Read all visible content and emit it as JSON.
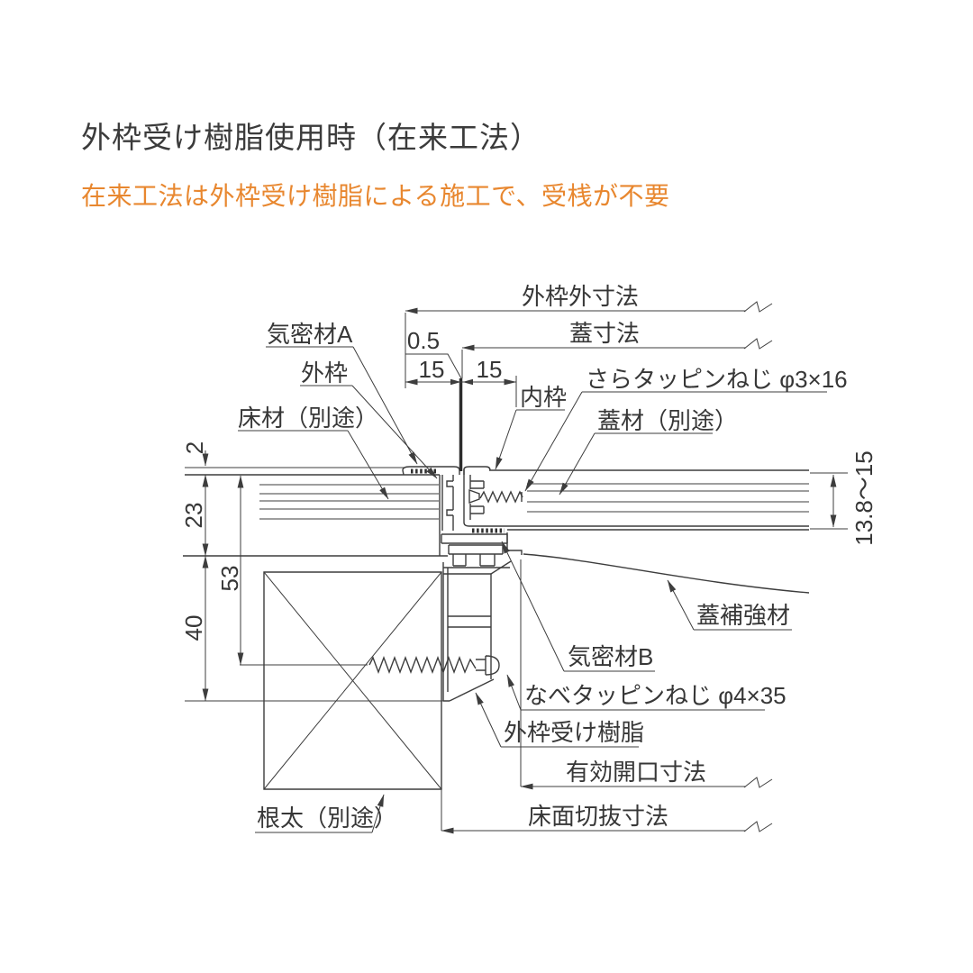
{
  "colors": {
    "line": "#3d3d3d",
    "accent": "#e8872f",
    "title": "#3b3b3b"
  },
  "header": {
    "title": "外枠受け樹脂使用時（在来工法）",
    "subtitle": "在来工法は外枠受け樹脂による施工で、受桟が不要"
  },
  "diagram": {
    "dim_labels": {
      "outer_frame_outer": "外枠外寸法",
      "lid": "蓋寸法",
      "gap": "0.5",
      "left15": "15",
      "right15": "15",
      "floor_top_gap": "2",
      "floor_thickness": "23",
      "frame_depth": "53",
      "under_floor": "40",
      "lid_thickness": "13.8〜15",
      "effective_opening": "有効開口寸法",
      "floor_cutout": "床面切抜寸法"
    },
    "part_labels": {
      "gasket_a": "気密材A",
      "outer_frame": "外枠",
      "floor_material": "床材（別途）",
      "inner_frame": "内枠",
      "flat_screw": "さらタッピンねじ φ3×16",
      "lid_material": "蓋材（別途）",
      "lid_reinforcement": "蓋補強材",
      "gasket_b": "気密材B",
      "pan_screw": "なべタッピンねじ φ4×35",
      "frame_support_resin": "外枠受け樹脂",
      "joist": "根太（別途）"
    }
  }
}
